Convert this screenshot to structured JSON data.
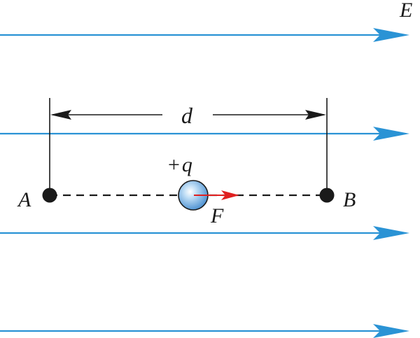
{
  "labels": {
    "field": "E",
    "distance": "d",
    "charge": "+q",
    "force": "F",
    "point_a": "A",
    "point_b": "B"
  },
  "colors": {
    "field_line": "#2a93d5",
    "force_arrow": "#e02020",
    "ink": "#1a1a1a",
    "charge_fill": "#7fb6e6"
  },
  "field_line_count": 4
}
